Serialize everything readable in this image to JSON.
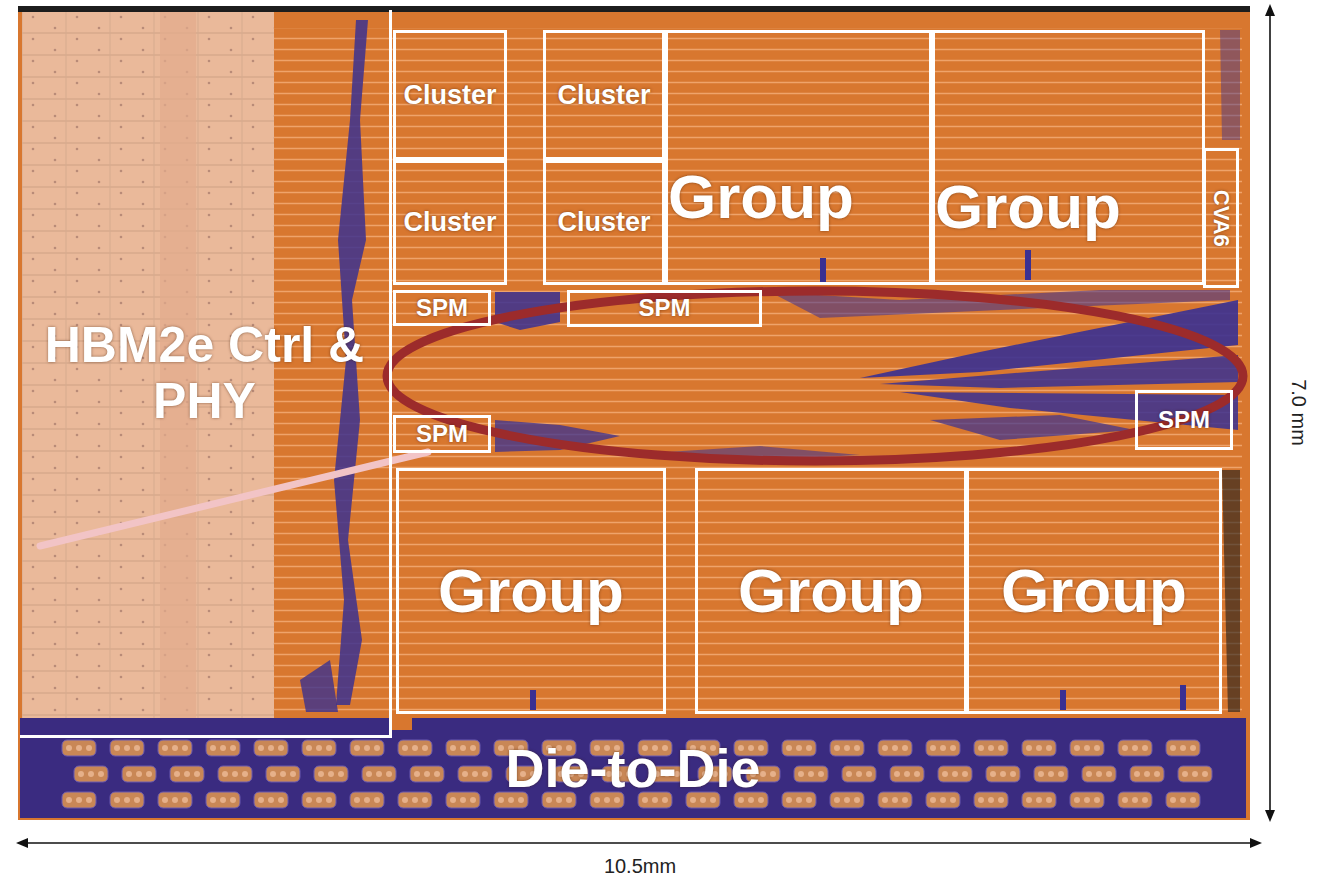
{
  "diagram": {
    "nodes": [
      {
        "text": [
          "HBM2e Ctrl & PHY"
        ]
      },
      {
        "text": [
          "Cluster"
        ]
      },
      {
        "text": [
          "Cluster"
        ]
      },
      {
        "text": [
          "Group"
        ]
      },
      {
        "text": [
          "Group"
        ]
      },
      {
        "text": [
          "CVA6"
        ]
      },
      {
        "text": [
          "Cluster"
        ]
      },
      {
        "text": [
          "Cluster"
        ]
      },
      {
        "text": [
          "SPM"
        ]
      },
      {
        "text": [
          "SPM"
        ]
      },
      {
        "text": [
          "SPM"
        ]
      },
      {
        "text": [
          "SPM"
        ]
      },
      {
        "text": [
          "Group"
        ]
      },
      {
        "text": [
          "Group"
        ]
      },
      {
        "text": [
          "Group"
        ]
      },
      {
        "text": [
          "Die-to-Die"
        ]
      }
    ],
    "labels": [
      "7.0 mm",
      "10.5mm"
    ]
  }
}
